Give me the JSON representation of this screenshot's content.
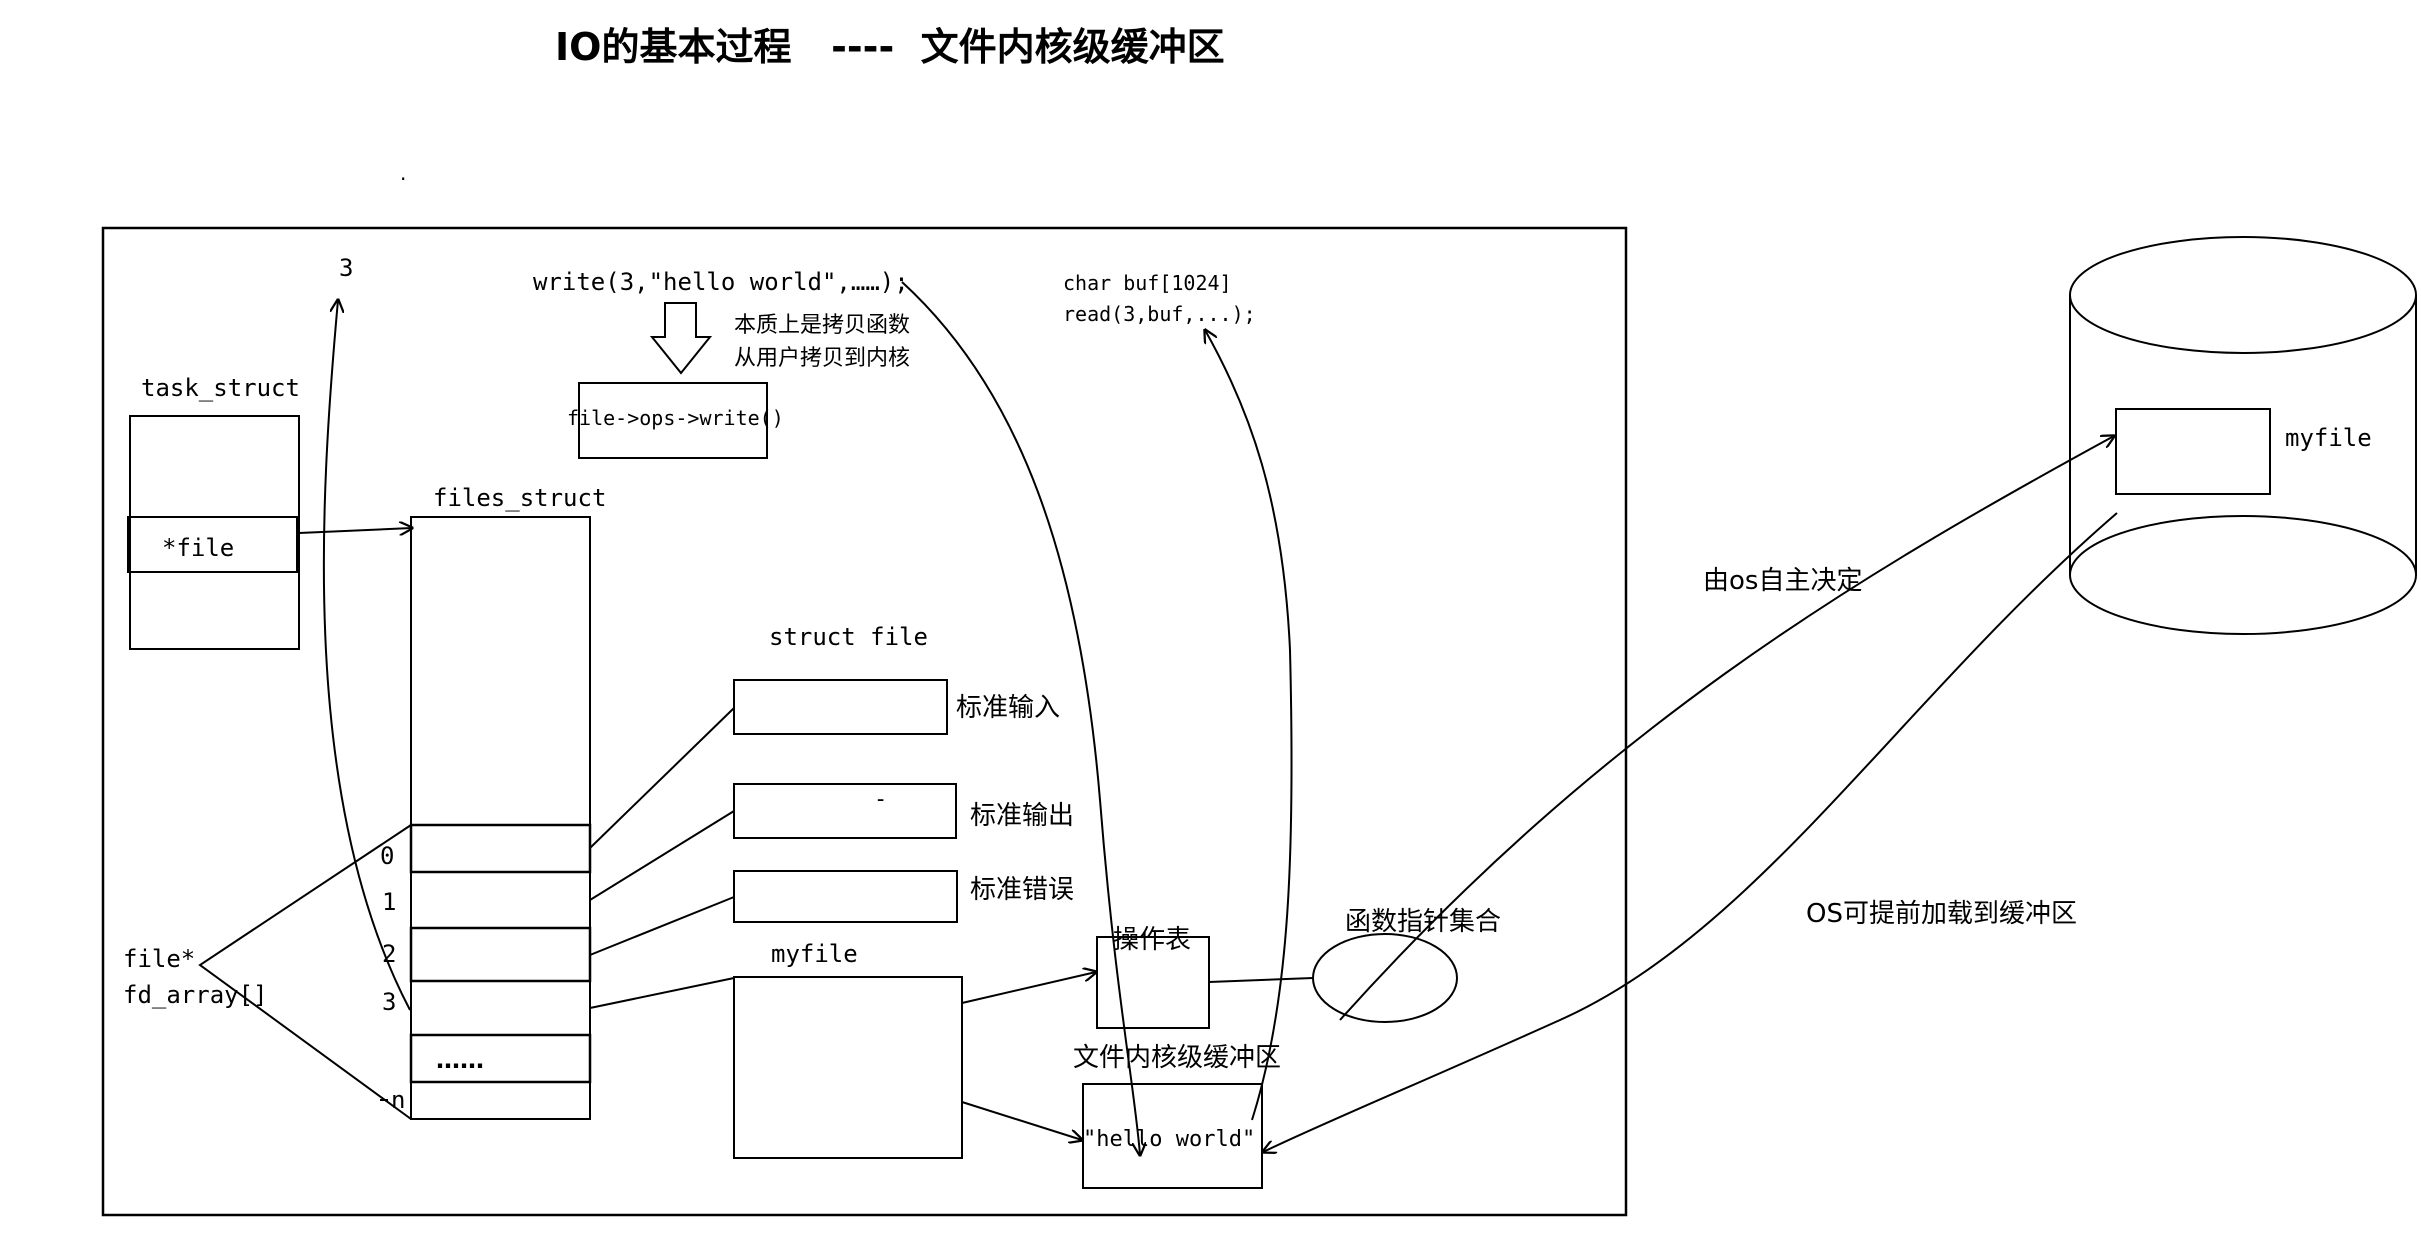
{
  "title": "IO的基本过程   ----  文件内核级缓冲区",
  "stray_dot": ".",
  "fd_number_3": "3",
  "write_call": "write(3,\"hello world\",……);",
  "copy_note_line1": "本质上是拷贝函数",
  "copy_note_line2": "从用户拷贝到内核",
  "ops_write": "file->ops->write()",
  "read_line1": "char buf[1024]",
  "read_line2": "read(3,buf,...);",
  "task_struct_label": "task_struct",
  "file_ptr_label": "*file",
  "files_struct_label": "files_struct",
  "fd_array_line1": "file*",
  "fd_array_line2": "fd_array[]",
  "fd_indices": [
    "0",
    "1",
    "2",
    "3",
    "n"
  ],
  "fd_ellipsis": "……",
  "struct_file_label": "struct file",
  "stdin_label": "标准输入",
  "stdout_label": "标准输出",
  "stderr_label": "标准错误",
  "stdout_dash": "-",
  "myfile_label": "myfile",
  "ops_table_label": "操作表",
  "func_ptr_label": "函数指针集合",
  "kernel_buffer_label": "文件内核级缓冲区",
  "buffer_content": "\"hello world\"",
  "disk_file_label": "myfile",
  "os_decide_label": "由os自主决定",
  "os_preload_label": "OS可提前加载到缓冲区",
  "colors": {
    "stroke": "#000000",
    "background": "#ffffff"
  }
}
